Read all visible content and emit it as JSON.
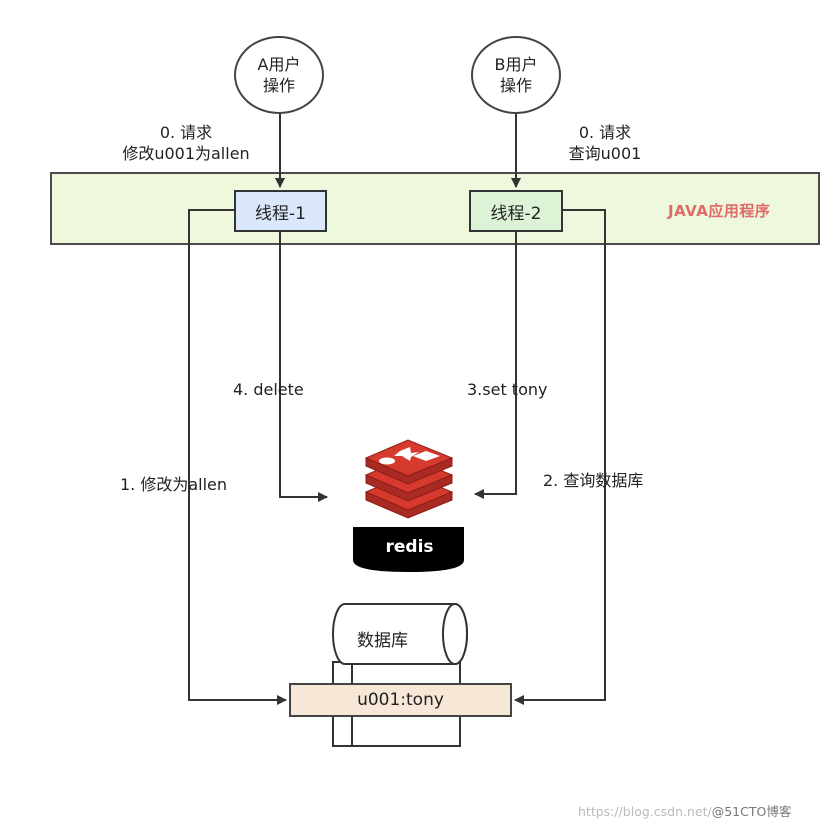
{
  "users": {
    "a": {
      "line1": "A用户",
      "line2": "操作"
    },
    "b": {
      "line1": "B用户",
      "line2": "操作"
    }
  },
  "requests": {
    "a": {
      "line1": "0. 请求",
      "line2": "修改u001为allen"
    },
    "b": {
      "line1": "0. 请求",
      "line2": "查询u001"
    }
  },
  "app_label": "JAVA应用程序",
  "threads": {
    "t1": "线程-1",
    "t2": "线程-2"
  },
  "steps": {
    "delete": "4. delete",
    "set": "3.set tony",
    "modify": "1. 修改为allen",
    "query": "2. 查询数据库"
  },
  "redis": {
    "label": "redis"
  },
  "database": {
    "label": "数据库",
    "row": "u001:tony"
  },
  "watermark": {
    "url": "https://blog.csdn.net/",
    "site": "@51CTO博客"
  },
  "colors": {
    "app_band": "#eef8dc",
    "thread1": "#dbe8fb",
    "thread2": "#dcf3d6",
    "row": "#f6e7d6",
    "app_label": "#e06a6a",
    "redis_red": "#d63a2e"
  }
}
